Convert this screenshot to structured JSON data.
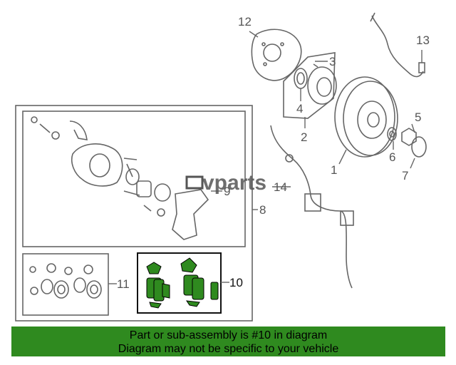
{
  "colors": {
    "highlight": "#2f8a1f",
    "line": "#666666",
    "banner_bg": "#2f8a1f"
  },
  "watermark": {
    "text": "vparts"
  },
  "callouts": {
    "c1": "1",
    "c2": "2",
    "c3": "3",
    "c4": "4",
    "c5": "5",
    "c6": "6",
    "c7": "7",
    "c8": "8",
    "c9": "9",
    "c10": "10",
    "c11": "11",
    "c12": "12",
    "c13": "13",
    "c14": "14"
  },
  "banner": {
    "line1": "Part or sub-assembly is #10 in diagram",
    "line2": "Diagram may not be specific to your vehicle"
  }
}
